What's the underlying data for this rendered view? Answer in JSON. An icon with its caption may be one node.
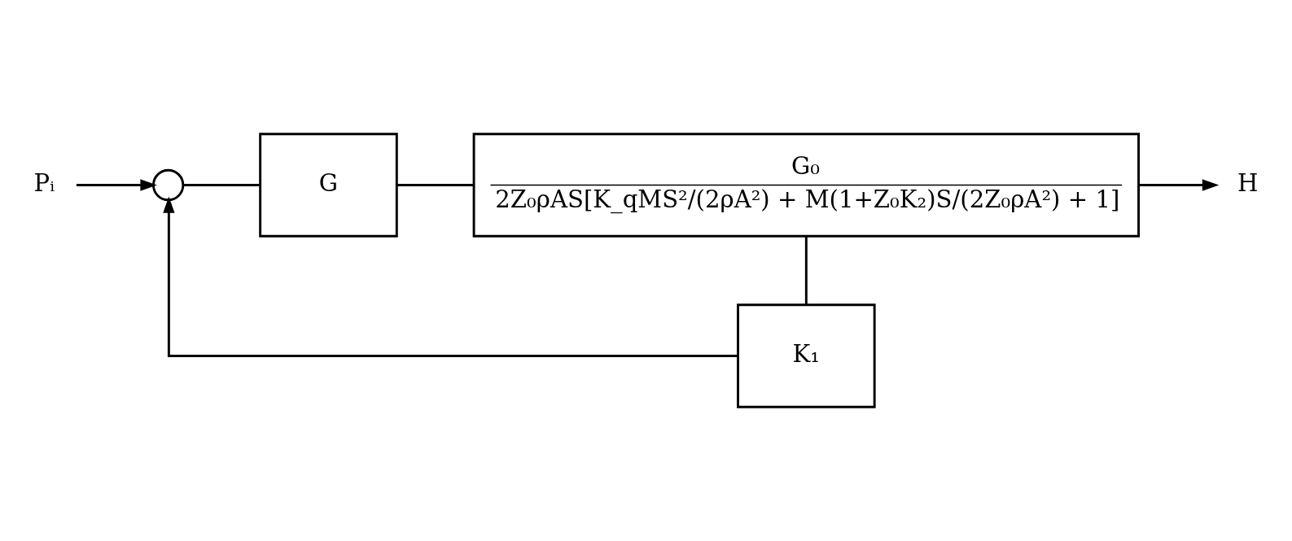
{
  "diagram": {
    "nodes": [
      {
        "text": [
          "Pᵢ"
        ]
      },
      {
        "text": [],
        "shape": "circle"
      },
      {
        "text": [
          "G"
        ]
      },
      {
        "text": [
          "G₀",
          "2Z₀ρAS[K_qMS²/(2ρA²) + M(1+Z₀K₂)S/(2Z₀ρA²) + 1]"
        ]
      },
      {
        "text": [
          "H"
        ]
      },
      {
        "text": [
          "K₁"
        ]
      }
    ],
    "edges": [
      {
        "from": 0,
        "to": 1,
        "arrow": "to"
      },
      {
        "from": 1,
        "to": 2,
        "arrow": "none"
      },
      {
        "from": 2,
        "to": 3,
        "arrow": "none"
      },
      {
        "from": 3,
        "to": 4,
        "arrow": "to"
      },
      {
        "from": 3,
        "to": 5,
        "arrow": "none"
      },
      {
        "from": 5,
        "to": 1,
        "arrow": "to"
      }
    ]
  }
}
